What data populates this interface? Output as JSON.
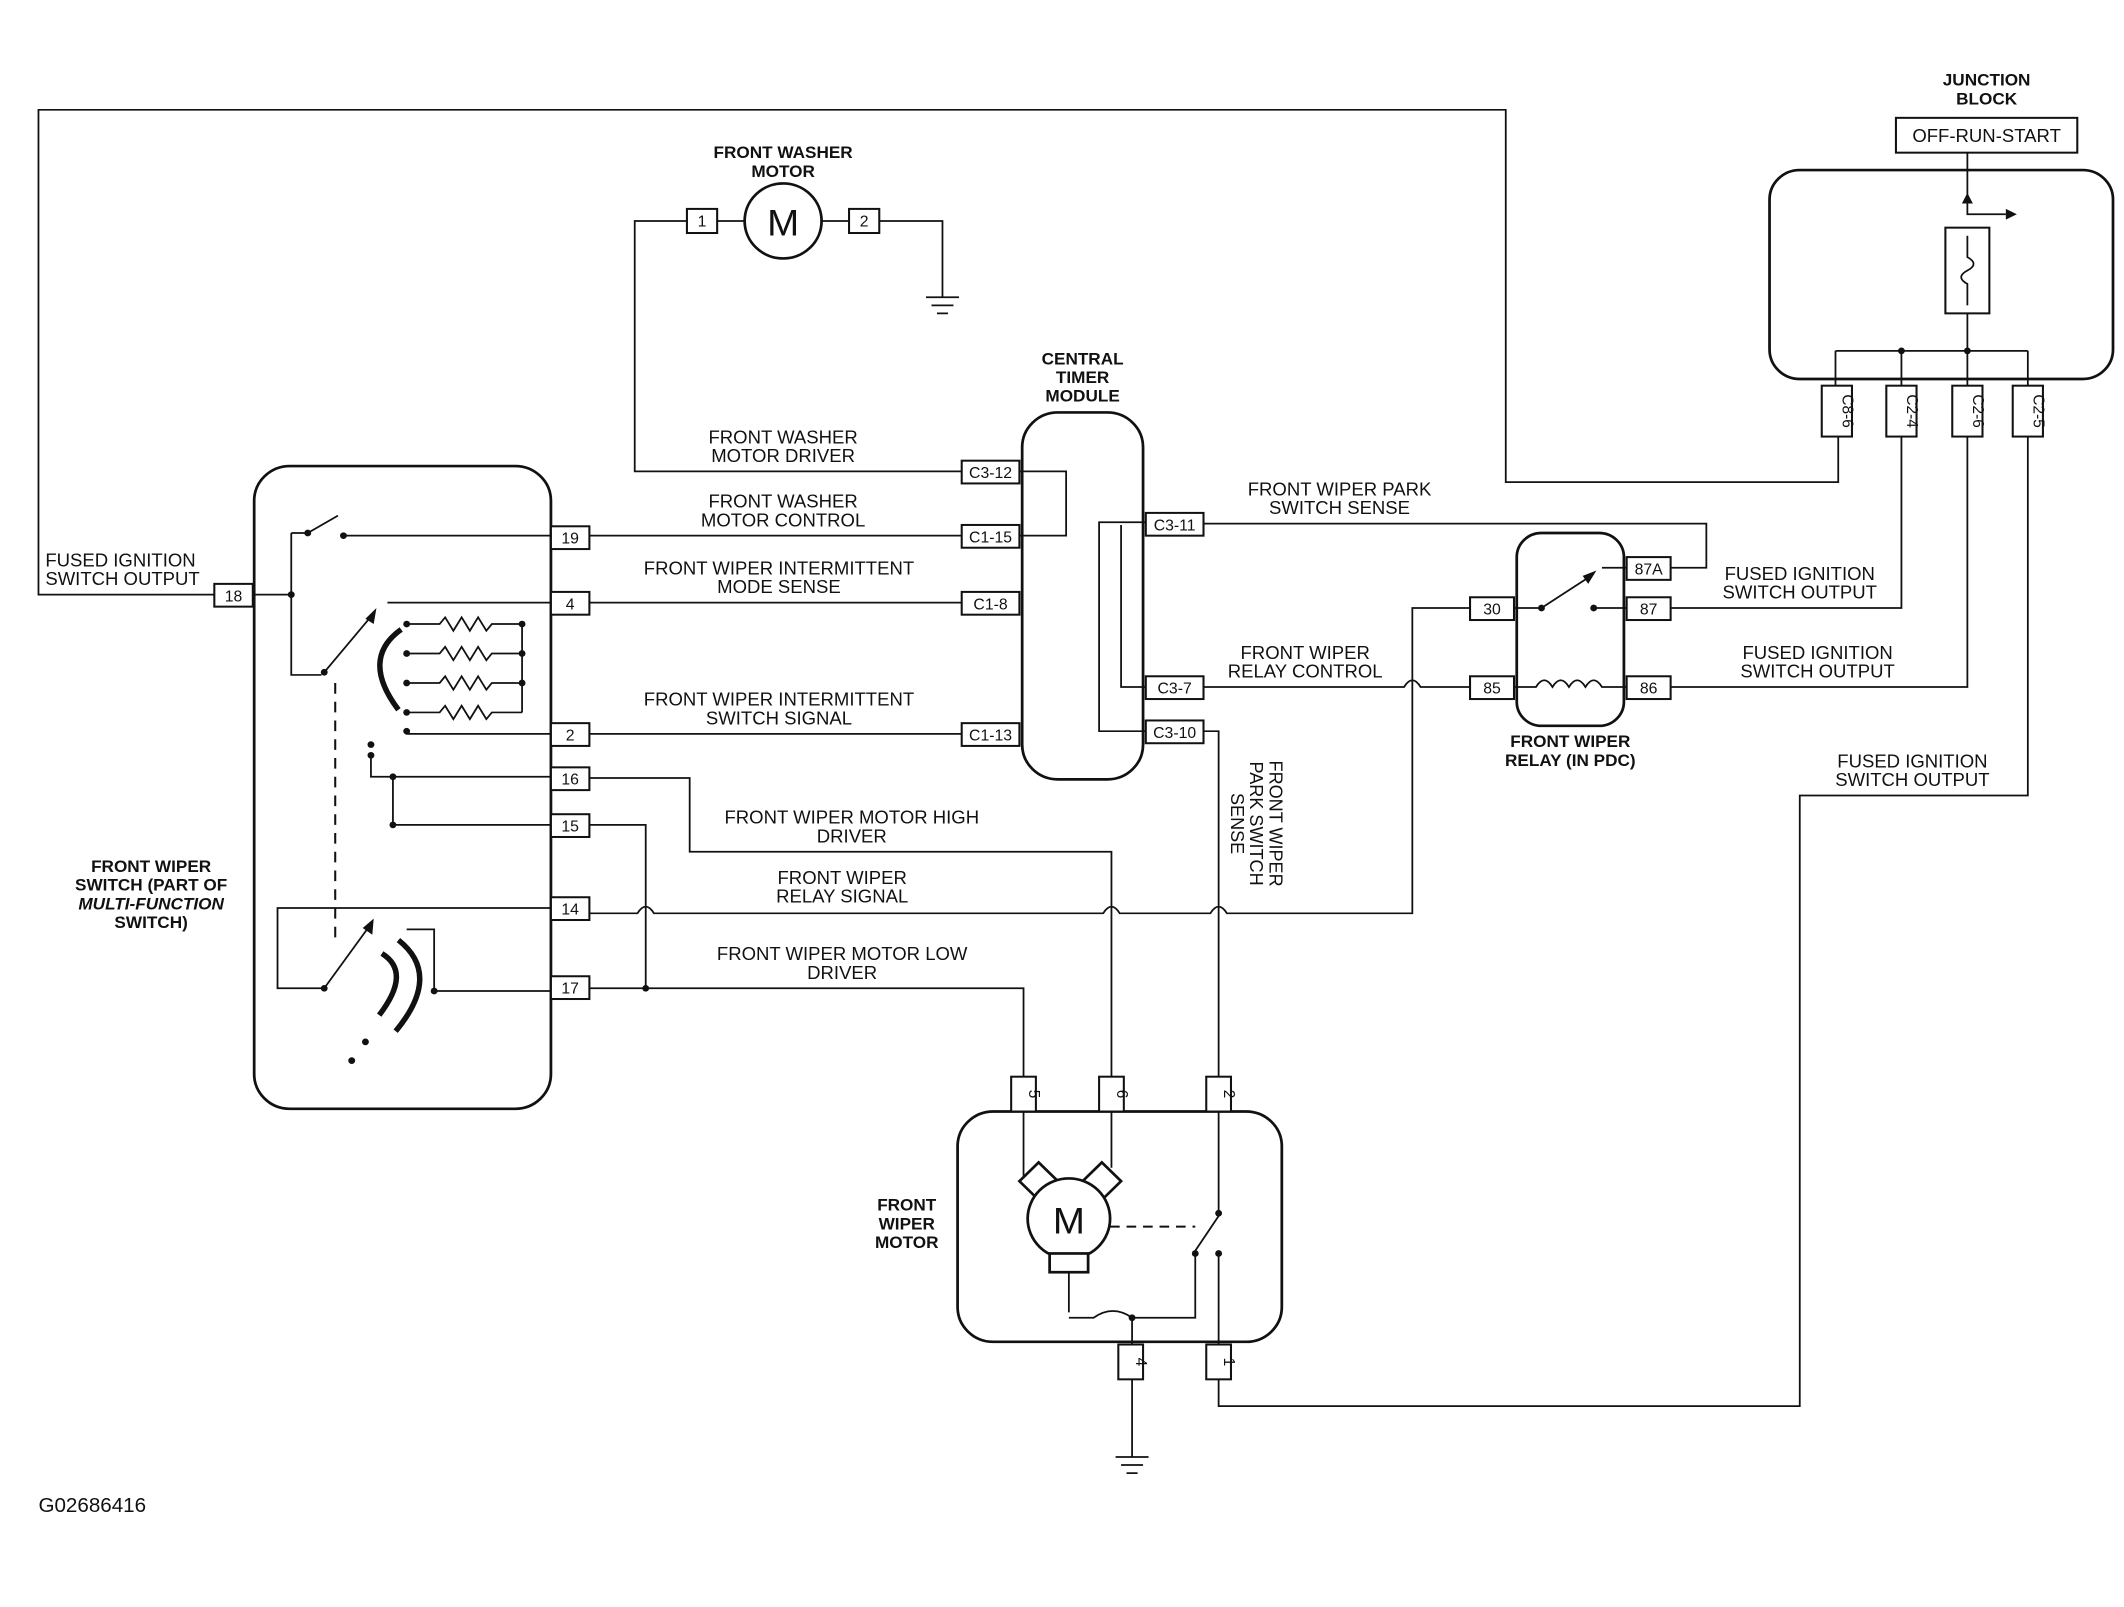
{
  "components": {
    "junction_block": {
      "title_line1": "JUNCTION",
      "title_line2": "BLOCK",
      "ignition_label": "OFF-RUN-START"
    },
    "front_washer_motor": {
      "title_line1": "FRONT WASHER",
      "title_line2": "MOTOR",
      "symbol": "M"
    },
    "central_timer_module": {
      "title_line1": "CENTRAL",
      "title_line2": "TIMER",
      "title_line3": "MODULE"
    },
    "front_wiper_switch": {
      "title_line1": "FRONT WIPER",
      "title_line2": "SWITCH (PART OF",
      "title_line3": "MULTI-FUNCTION",
      "title_line4": "SWITCH)"
    },
    "front_wiper_relay": {
      "title_line1": "FRONT WIPER",
      "title_line2": "RELAY (IN PDC)"
    },
    "front_wiper_motor": {
      "title_line1": "FRONT",
      "title_line2": "WIPER",
      "title_line3": "MOTOR",
      "symbol": "M"
    }
  },
  "pins": {
    "washer_1": "1",
    "washer_2": "2",
    "c8_6": "C8-6",
    "c2_4": "C2-4",
    "c2_6": "C2-6",
    "c2_5": "C2-5",
    "c3_12": "C3-12",
    "c1_15": "C1-15",
    "c1_8": "C1-8",
    "c1_13": "C1-13",
    "c3_11": "C3-11",
    "c3_7": "C3-7",
    "c3_10": "C3-10",
    "sw_18": "18",
    "sw_19": "19",
    "sw_4": "4",
    "sw_2": "2",
    "sw_16": "16",
    "sw_15": "15",
    "sw_14": "14",
    "sw_17": "17",
    "relay_30": "30",
    "relay_85": "85",
    "relay_87a": "87A",
    "relay_87": "87",
    "relay_86": "86",
    "motor_5": "5",
    "motor_6": "6",
    "motor_2": "2",
    "motor_4": "4",
    "motor_1": "1"
  },
  "wire_labels": {
    "fused_ign_left_1": "FUSED IGNITION",
    "fused_ign_left_2": "SWITCH OUTPUT",
    "washer_driver_1": "FRONT WASHER",
    "washer_driver_2": "MOTOR DRIVER",
    "washer_control_1": "FRONT WASHER",
    "washer_control_2": "MOTOR CONTROL",
    "intermittent_mode_1": "FRONT WIPER INTERMITTENT",
    "intermittent_mode_2": "MODE SENSE",
    "intermittent_switch_1": "FRONT WIPER INTERMITTENT",
    "intermittent_switch_2": "SWITCH SIGNAL",
    "park_sense_1": "FRONT WIPER PARK",
    "park_sense_2": "SWITCH SENSE",
    "relay_control_1": "FRONT WIPER",
    "relay_control_2": "RELAY CONTROL",
    "park_vertical_1": "FRONT WIPER",
    "park_vertical_2": "PARK SWITCH",
    "park_vertical_3": "SENSE",
    "high_driver_1": "FRONT WIPER MOTOR HIGH",
    "high_driver_2": "DRIVER",
    "relay_signal_1": "FRONT WIPER",
    "relay_signal_2": "RELAY SIGNAL",
    "low_driver_1": "FRONT WIPER MOTOR LOW",
    "low_driver_2": "DRIVER",
    "fused_ign_87_1": "FUSED IGNITION",
    "fused_ign_87_2": "SWITCH OUTPUT",
    "fused_ign_86_1": "FUSED IGNITION",
    "fused_ign_86_2": "SWITCH OUTPUT",
    "fused_ign_right_1": "FUSED IGNITION",
    "fused_ign_right_2": "SWITCH OUTPUT"
  },
  "figure_id": "G02686416"
}
